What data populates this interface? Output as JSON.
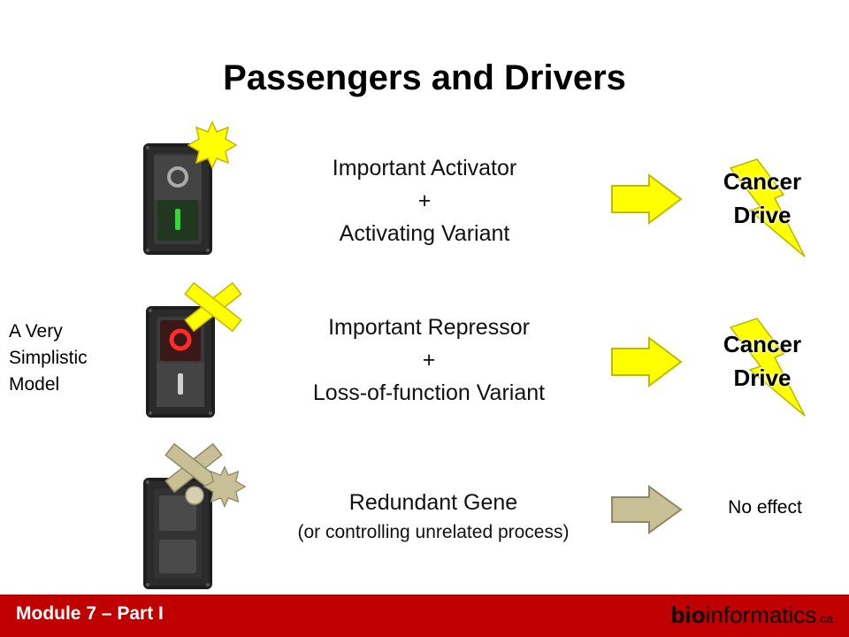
{
  "title": "Passengers and Drivers",
  "side_note": [
    "A Very",
    "Simplistic",
    "Model"
  ],
  "rows": [
    {
      "lines": [
        "Important Activator",
        "+",
        "Activating Variant"
      ],
      "outcome": [
        "Cancer",
        "Drive"
      ],
      "switch_state": "on",
      "marker": "star"
    },
    {
      "lines": [
        "Important Repressor",
        "+",
        "Loss-of-function Variant"
      ],
      "outcome": [
        "Cancer",
        "Drive"
      ],
      "switch_state": "off",
      "marker": "cross"
    },
    {
      "lines": [
        "Redundant Gene",
        "(or controlling unrelated process)"
      ],
      "outcome": [
        "No effect"
      ],
      "switch_state": "inactive",
      "marker": "cross-and-star"
    }
  ],
  "colors": {
    "marker_yellow": "#ffff00",
    "marker_grey": "#c8bf96",
    "switch_on": "#2fbf2f",
    "switch_off": "#e8202a",
    "footer": "#c00000"
  },
  "footer": {
    "module": "Module 7 – Part I",
    "brand_bold": "bio",
    "brand_rest": "informatics",
    "brand_suffix": ".ca"
  }
}
